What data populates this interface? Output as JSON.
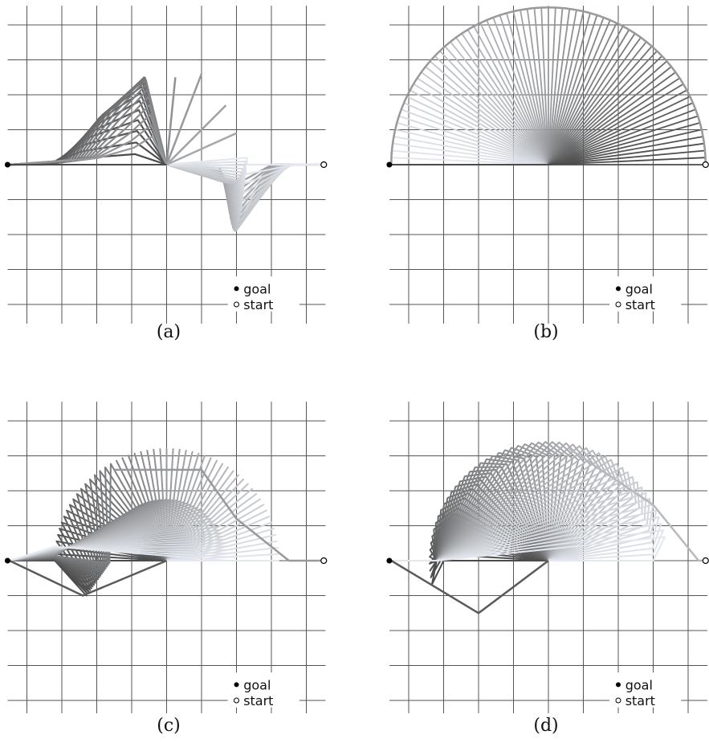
{
  "panels": [
    {
      "id": "a",
      "caption": "(a)",
      "legend": {
        "goal": "goal",
        "start": "start"
      }
    },
    {
      "id": "b",
      "caption": "(b)",
      "legend": {
        "goal": "goal",
        "start": "start"
      }
    },
    {
      "id": "c",
      "caption": "(c)",
      "legend": {
        "goal": "goal",
        "start": "start"
      }
    },
    {
      "id": "d",
      "caption": "(d)",
      "legend": {
        "goal": "goal",
        "start": "start"
      }
    }
  ],
  "colors": {
    "grid": "#555555",
    "link_dark": "#4a4a4a",
    "link_light": "#e4e8ee",
    "goal_marker": "#000000",
    "start_marker": "#ffffff"
  },
  "markers": {
    "goal": "filled-circle",
    "start": "open-circle"
  }
}
